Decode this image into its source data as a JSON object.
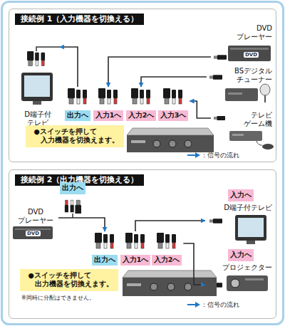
{
  "diagram": {
    "nodes": [
      {
        "text": [
          "接続例 1（入力機器を切換える）"
        ]
      },
      {
        "text": [
          "DVD プレーヤー"
        ],
        "in": 0
      },
      {
        "text": [
          "BSデジタル チューナー"
        ],
        "in": 0
      },
      {
        "text": [
          "D端子付 テレビ"
        ],
        "in": 0
      },
      {
        "text": [
          "テレビ ゲーム機"
        ],
        "in": 0
      },
      {
        "text": [
          "出力へ"
        ],
        "in": 0
      },
      {
        "text": [
          "入力1へ"
        ],
        "in": 0
      },
      {
        "text": [
          "入力2へ"
        ],
        "in": 0
      },
      {
        "text": [
          "入力3へ"
        ],
        "in": 0
      },
      {
        "text": [
          "●スイッチを押して 入力機器を切換えます。"
        ],
        "in": 0
      },
      {
        "text": [
          "接続例 2（出力機器を切換える）"
        ]
      },
      {
        "text": [
          "出力へ"
        ],
        "in": 10
      },
      {
        "text": [
          "DVD プレーヤー"
        ],
        "in": 10
      },
      {
        "text": [
          "入力へ"
        ],
        "in": 10
      },
      {
        "text": [
          "D端子付テレビ"
        ],
        "in": 10
      },
      {
        "text": [
          "入力へ"
        ],
        "in": 10
      },
      {
        "text": [
          "プロジェクター"
        ],
        "in": 10
      },
      {
        "text": [
          "出力へ"
        ],
        "in": 10
      },
      {
        "text": [
          "入力1へ"
        ],
        "in": 10
      },
      {
        "text": [
          "入力2へ"
        ],
        "in": 10
      },
      {
        "text": [
          "●スイッチを押して 出力機器を切換えます。"
        ],
        "in": 10
      }
    ],
    "edges": [
      {
        "from": 1,
        "to": 6,
        "arrow": "to"
      },
      {
        "from": 2,
        "to": 7,
        "arrow": "to"
      },
      {
        "from": 4,
        "to": 8,
        "arrow": "to"
      },
      {
        "from": 5,
        "to": 3,
        "arrow": "to"
      },
      {
        "from": 12,
        "to": 17,
        "arrow": "to"
      },
      {
        "from": 18,
        "to": 14,
        "arrow": "to"
      },
      {
        "from": 19,
        "to": 16,
        "arrow": "to"
      }
    ],
    "labels": [
      "DVD",
      "DVD",
      "※同時に分配はできません。"
    ],
    "legend": [
      {
        "text": "：信号の流れ"
      },
      {
        "text": "：信号の流れ"
      }
    ]
  }
}
